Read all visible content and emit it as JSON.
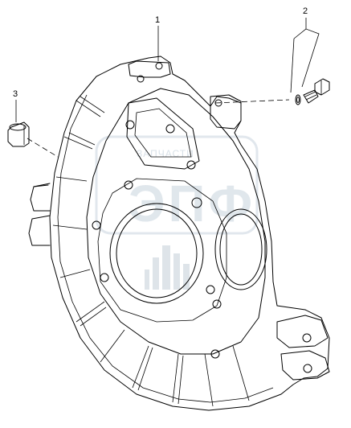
{
  "callouts": [
    {
      "label": "1"
    },
    {
      "label": "2"
    },
    {
      "label": "3"
    }
  ],
  "watermark": {
    "text_top": "ЗАПЧАСТИ",
    "text_logo": "ЭПФ"
  }
}
